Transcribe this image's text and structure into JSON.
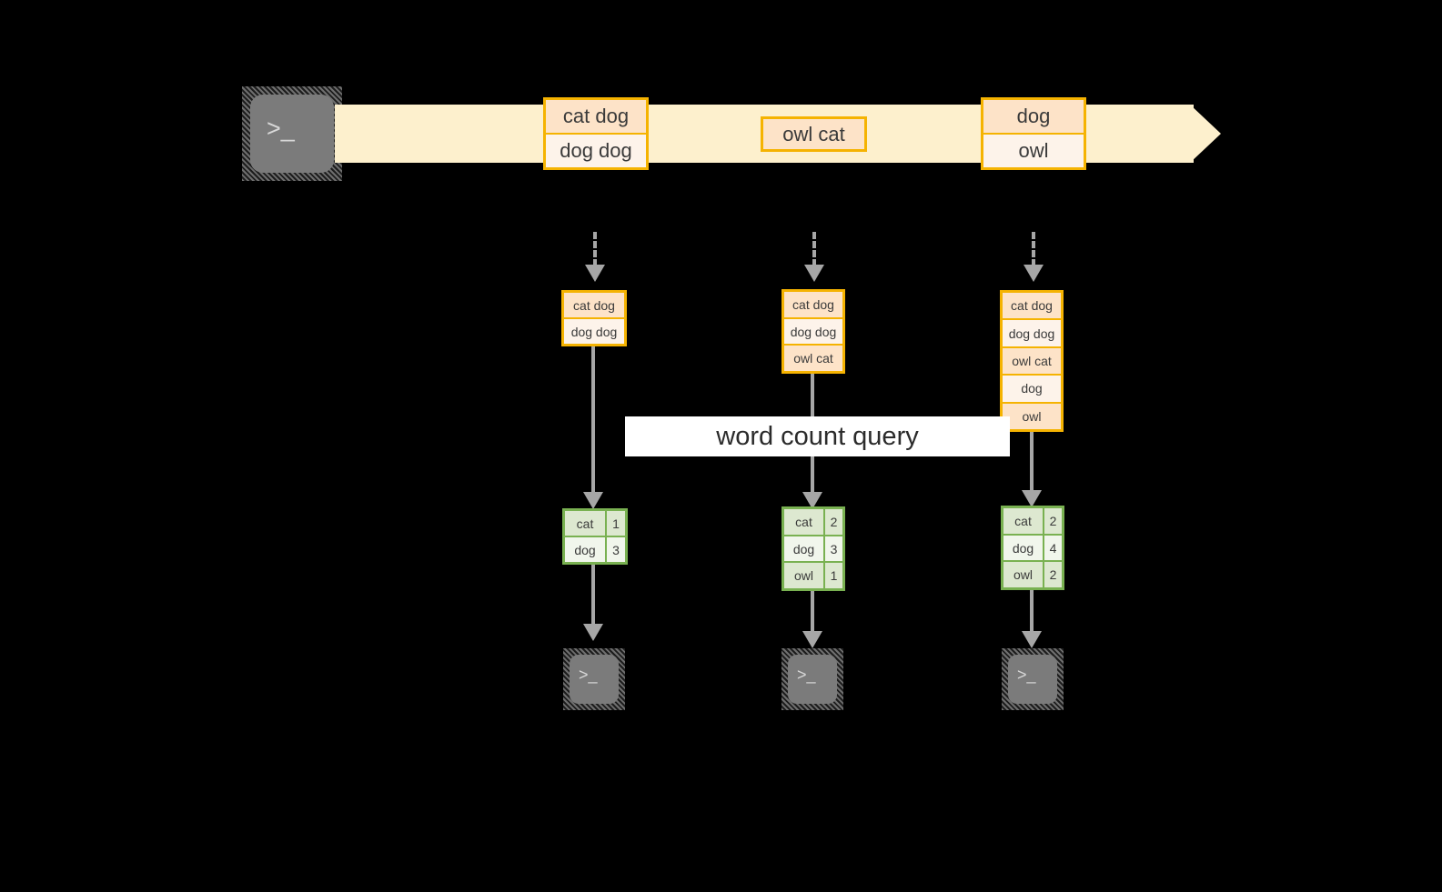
{
  "diagram": {
    "title": "word count query over a record stream",
    "colors": {
      "background": "#000000",
      "stream_fill": "#fdf0cd",
      "record_border": "#f5b301",
      "record_fill_dark": "#fde3c8",
      "record_fill_light": "#fdf3ea",
      "count_border": "#79b151",
      "count_fill_dark": "#dde8d0",
      "count_fill_light": "#f1f6ec",
      "connector": "#a6a6a6",
      "terminal_body": "#7b7b7b",
      "callout_bg": "#ffffff"
    }
  },
  "source": {
    "icon": "terminal-icon",
    "glyph": ">_"
  },
  "stream": {
    "arrow_icon": "right-arrow",
    "batches": [
      {
        "name": "stream-batch-1",
        "records": [
          "cat dog",
          "dog dog"
        ]
      },
      {
        "name": "stream-batch-2",
        "records": [
          "owl cat"
        ]
      },
      {
        "name": "stream-batch-3",
        "records": [
          "dog",
          "owl"
        ]
      }
    ]
  },
  "callout": {
    "label": "word count query"
  },
  "snapshots": [
    {
      "name": "snapshot-1",
      "accumulated": [
        "cat dog",
        "dog dog"
      ],
      "counts": [
        {
          "word": "cat",
          "count": "1"
        },
        {
          "word": "dog",
          "count": "3"
        }
      ],
      "sink": {
        "icon": "terminal-icon",
        "glyph": ">_"
      }
    },
    {
      "name": "snapshot-2",
      "accumulated": [
        "cat dog",
        "dog dog",
        "owl cat"
      ],
      "counts": [
        {
          "word": "cat",
          "count": "2"
        },
        {
          "word": "dog",
          "count": "3"
        },
        {
          "word": "owl",
          "count": "1"
        }
      ],
      "sink": {
        "icon": "terminal-icon",
        "glyph": ">_"
      }
    },
    {
      "name": "snapshot-3",
      "accumulated": [
        "cat dog",
        "dog dog",
        "owl cat",
        "dog",
        "owl"
      ],
      "counts": [
        {
          "word": "cat",
          "count": "2"
        },
        {
          "word": "dog",
          "count": "4"
        },
        {
          "word": "owl",
          "count": "2"
        }
      ],
      "sink": {
        "icon": "terminal-icon",
        "glyph": ">_"
      }
    }
  ]
}
